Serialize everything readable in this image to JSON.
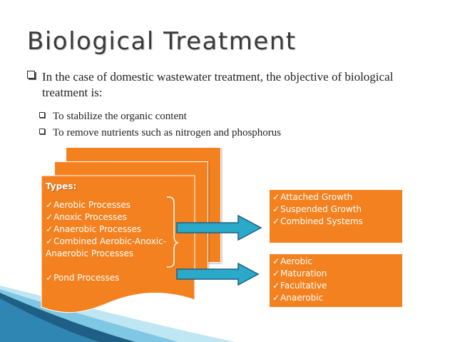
{
  "slide": {
    "title": "Biological Treatment",
    "bullet": "In the case of domestic wastewater treatment, the objective of biological treatment is:",
    "sub_bullets": [
      "To stabilize the organic content",
      "To remove nutrients such as nitrogen and phosphorus"
    ]
  },
  "types_box": {
    "heading": "Types:",
    "items": [
      "Aerobic Processes",
      "Anoxic Processes",
      "Anaerobic Processes",
      "Combined Aerobic-Anoxic-Anaerobic Processes",
      "Pond Processes"
    ]
  },
  "growth_box": {
    "items": [
      "Attached Growth",
      "Suspended Growth",
      "Combined Systems"
    ]
  },
  "pond_box": {
    "items": [
      "Aerobic",
      "Maturation",
      "Facultative",
      "Anaerobic"
    ]
  },
  "colors": {
    "orange": "#f4811f",
    "arrow": "#2aa9c8",
    "wave_dark": "#1f5f86",
    "wave_light": "#bfe6f3"
  }
}
